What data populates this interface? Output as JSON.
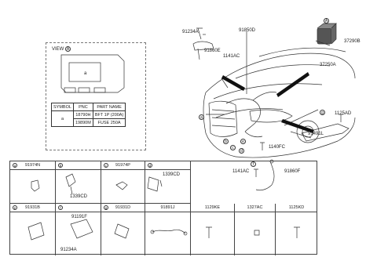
{
  "main_labels": {
    "p91234A": "91234A",
    "p91850D": "91850D",
    "p91860E": "91860E",
    "p1141AC_top": "1141AC",
    "p37290B": "37290B",
    "p37250A": "37250A",
    "p1125AD": "1125AD",
    "p91491L": "91491L",
    "p1140FC": "1140FC",
    "p1141AC_bot": "1141AC",
    "p91860F": "91860F"
  },
  "view": {
    "title": "VIEW",
    "marker": "A",
    "inner_marker": "a"
  },
  "callouts": {
    "top": "A",
    "a": "a",
    "b": "b",
    "c": "c",
    "d": "d",
    "e": "e",
    "f": "f",
    "g": "g"
  },
  "symbol_table": {
    "headers": [
      "SYMBOL",
      "PNC",
      "PART NAME"
    ],
    "symbol": "a",
    "rows": [
      [
        "18790H",
        "BFT 1P (200A)"
      ],
      [
        "19890M",
        "FUSE 250A"
      ]
    ]
  },
  "parts_grid": {
    "row1": [
      {
        "sym": "a",
        "pn": "91974N",
        "sub": ""
      },
      {
        "sym": "b",
        "pn": "",
        "sub": "1339CD"
      },
      {
        "sym": "c",
        "pn": "91974P",
        "sub": ""
      },
      {
        "sym": "d",
        "pn": "",
        "sub": "1339CD"
      }
    ],
    "row2": [
      {
        "sym": "e",
        "pn": "91931B",
        "sub": ""
      },
      {
        "sym": "f",
        "pn": "",
        "sub": "91191F",
        "sub2": "91234A"
      },
      {
        "sym": "g",
        "pn": "91931D",
        "sub": ""
      },
      {
        "sym": "",
        "pn": "91891J",
        "sub": ""
      },
      {
        "sym": "",
        "pn": "1129KE",
        "sub": ""
      },
      {
        "sym": "",
        "pn": "1327AC",
        "sub": ""
      },
      {
        "sym": "",
        "pn": "1125KD",
        "sub": ""
      }
    ]
  }
}
